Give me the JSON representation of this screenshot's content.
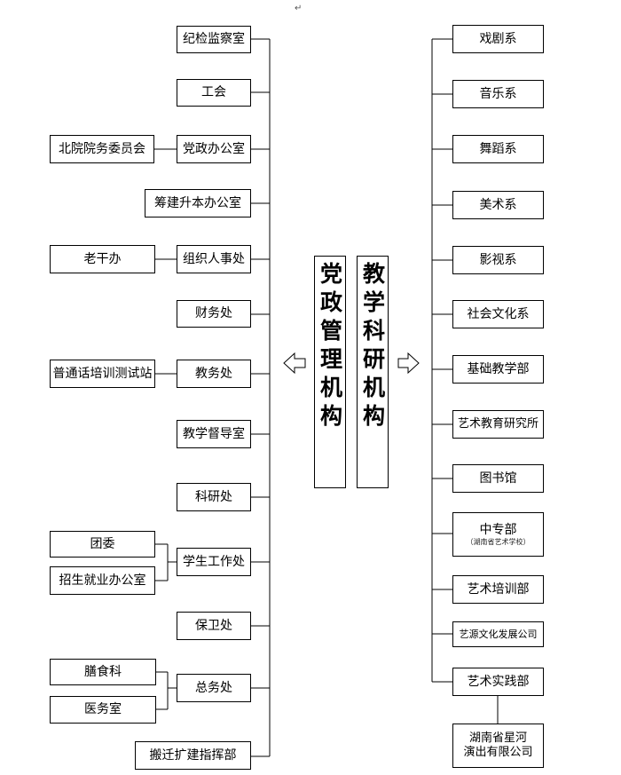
{
  "top_mark": "↵",
  "titles": {
    "left": "党政管理机构",
    "right": "教学科研机构"
  },
  "left": {
    "main": [
      {
        "label": "纪检监察室"
      },
      {
        "label": "工会"
      },
      {
        "label": "党政办公室"
      },
      {
        "label": "筹建升本办公室"
      },
      {
        "label": "组织人事处"
      },
      {
        "label": "财务处"
      },
      {
        "label": "教务处"
      },
      {
        "label": "教学督导室"
      },
      {
        "label": "科研处"
      },
      {
        "label": "学生工作处"
      },
      {
        "label": "保卫处"
      },
      {
        "label": "总务处"
      },
      {
        "label": "搬迁扩建指挥部"
      }
    ],
    "sub": [
      {
        "label": "北院院务委员会"
      },
      {
        "label": "老干办"
      },
      {
        "label": "普通话培训测试站"
      },
      {
        "label": "团委"
      },
      {
        "label": "招生就业办公室"
      },
      {
        "label": "膳食科"
      },
      {
        "label": "医务室"
      }
    ]
  },
  "right": {
    "main": [
      {
        "label": "戏剧系"
      },
      {
        "label": "音乐系"
      },
      {
        "label": "舞蹈系"
      },
      {
        "label": "美术系"
      },
      {
        "label": "影视系"
      },
      {
        "label": "社会文化系"
      },
      {
        "label": "基础教学部"
      },
      {
        "label": "艺术教育研究所"
      },
      {
        "label": "图书馆"
      },
      {
        "label": "中专部",
        "sublabel": "（湖南省艺术学校）"
      },
      {
        "label": "艺术培训部"
      },
      {
        "label": "艺源文化发展公司"
      },
      {
        "label": "艺术实践部"
      }
    ],
    "sub": [
      {
        "label_line1": "湖南省星河",
        "label_line2": "演出有限公司"
      }
    ]
  }
}
